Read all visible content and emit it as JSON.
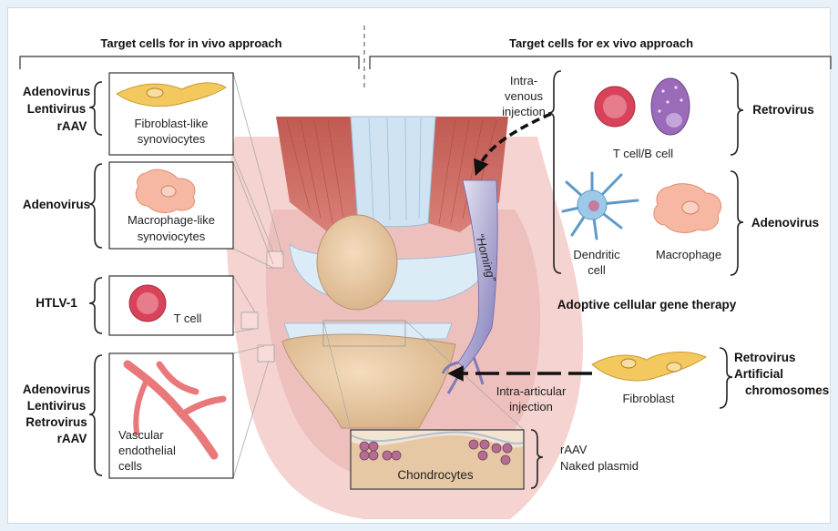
{
  "headers": {
    "in_vivo": "Target cells for in vivo approach",
    "ex_vivo": "Target cells for ex vivo approach"
  },
  "in_vivo_targets": [
    {
      "vectors": [
        "Adenovirus",
        "Lentivirus",
        "rAAV"
      ],
      "cell_lines": [
        "Fibroblast-like",
        "synoviocytes"
      ]
    },
    {
      "vectors": [
        "Adenovirus"
      ],
      "cell_lines": [
        "Macrophage-like",
        "synoviocytes"
      ]
    },
    {
      "vectors": [
        "HTLV-1"
      ],
      "cell_lines": [
        "T cell"
      ]
    },
    {
      "vectors": [
        "Adenovirus",
        "Lentivirus",
        "Retrovirus",
        "rAAV"
      ],
      "cell_lines": [
        "Vascular",
        "endothelial",
        "cells"
      ]
    }
  ],
  "ex_vivo": {
    "injection_iv": [
      "Intra-",
      "venous",
      "injection"
    ],
    "homing": "“Homing”",
    "tb_cell": "T cell/B cell",
    "dendritic": [
      "Dendritic",
      "cell"
    ],
    "macrophage": "Macrophage",
    "retrovirus": "Retrovirus",
    "adenovirus": "Adenovirus",
    "adoptive": "Adoptive cellular gene therapy",
    "fibroblast": "Fibroblast",
    "fibroblast_vectors": [
      "Retrovirus",
      "Artificial",
      "chromosomes"
    ],
    "intra_articular": [
      "Intra-articular",
      "injection"
    ]
  },
  "chondrocytes": {
    "label": "Chondrocytes",
    "vectors": [
      "rAAV",
      "Naked plasmid"
    ]
  },
  "colors": {
    "muscle": "#c9695e",
    "cartilage": "#dcecf7",
    "bone": "#e6c9a4",
    "capsule": "#ecb9b6",
    "tcell": "#d9435a",
    "bcell": "#9a6bb8",
    "dendritic": "#9cc9e8",
    "macrophage": "#f6b8a2",
    "fibroblast": "#f3c85e",
    "vessel": "#e9787b"
  }
}
